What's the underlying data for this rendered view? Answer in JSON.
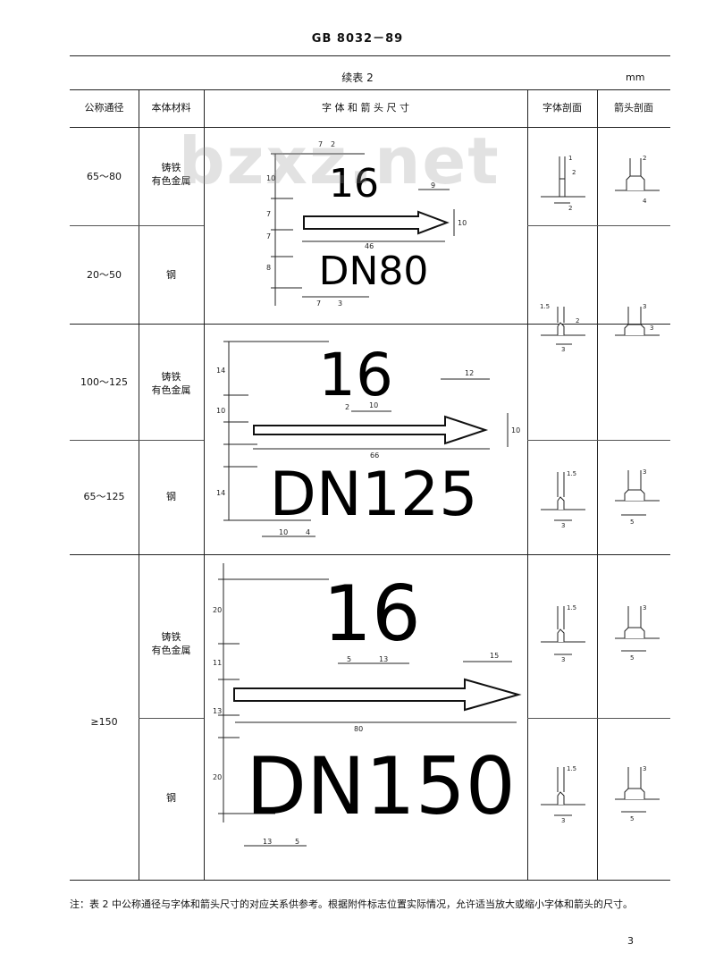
{
  "header": {
    "standard_code": "GB 8032－89"
  },
  "table": {
    "title": "续表 2",
    "unit": "mm",
    "columns": [
      "公称通径",
      "本体材料",
      "字 体 和 箭 头 尺 寸",
      "字体剖面",
      "箭头剖面"
    ],
    "rows": [
      {
        "dn": "65～80",
        "material": [
          "铸铁",
          "有色金属"
        ]
      },
      {
        "dn": "20～50",
        "material": [
          "钢"
        ]
      },
      {
        "dn": "100～125",
        "material": [
          "铸铁",
          "有色金属"
        ]
      },
      {
        "dn": "65～125",
        "material": [
          "钢"
        ]
      },
      {
        "dn": "≥150",
        "material_a": [
          "铸铁",
          "有色金属"
        ],
        "material_b": [
          "钢"
        ]
      }
    ]
  },
  "figures": {
    "fig1": {
      "number": "16",
      "label": "DN80",
      "dims": [
        "7",
        "2",
        "9",
        "10",
        "7",
        "7",
        "8",
        "46",
        "10",
        "7",
        "3"
      ]
    },
    "fig2": {
      "number": "16",
      "label": "DN125",
      "dims": [
        "14",
        "2",
        "10",
        "12",
        "10",
        "10",
        "14",
        "66",
        "10",
        "4"
      ]
    },
    "fig3": {
      "number": "16",
      "label": "DN150",
      "dims": [
        "20",
        "5",
        "13",
        "15",
        "11",
        "13",
        "20",
        "80",
        "13",
        "5"
      ]
    }
  },
  "sections": {
    "r1_font": [
      "1",
      "2",
      "2"
    ],
    "r1_arrow": [
      "2",
      "4"
    ],
    "r2_font": [
      "1.5",
      "2",
      "3"
    ],
    "r2_arrow": [
      "3",
      "3"
    ],
    "r3_font": [
      "1.5",
      "3"
    ],
    "r3_arrow": [
      "3",
      "5"
    ],
    "r4_font": [
      "1.5",
      "3"
    ],
    "r4_arrow": [
      "3",
      "5"
    ],
    "r5_font": [
      "1.5",
      "3"
    ],
    "r5_arrow": [
      "3",
      "5"
    ]
  },
  "watermark": "bzxz.net",
  "note": "注：表 2 中公称通径与字体和箭头尺寸的对应关系供参考。根据附件标志位置实际情况，允许适当放大或缩小字体和箭头的尺寸。",
  "page_number": "3"
}
